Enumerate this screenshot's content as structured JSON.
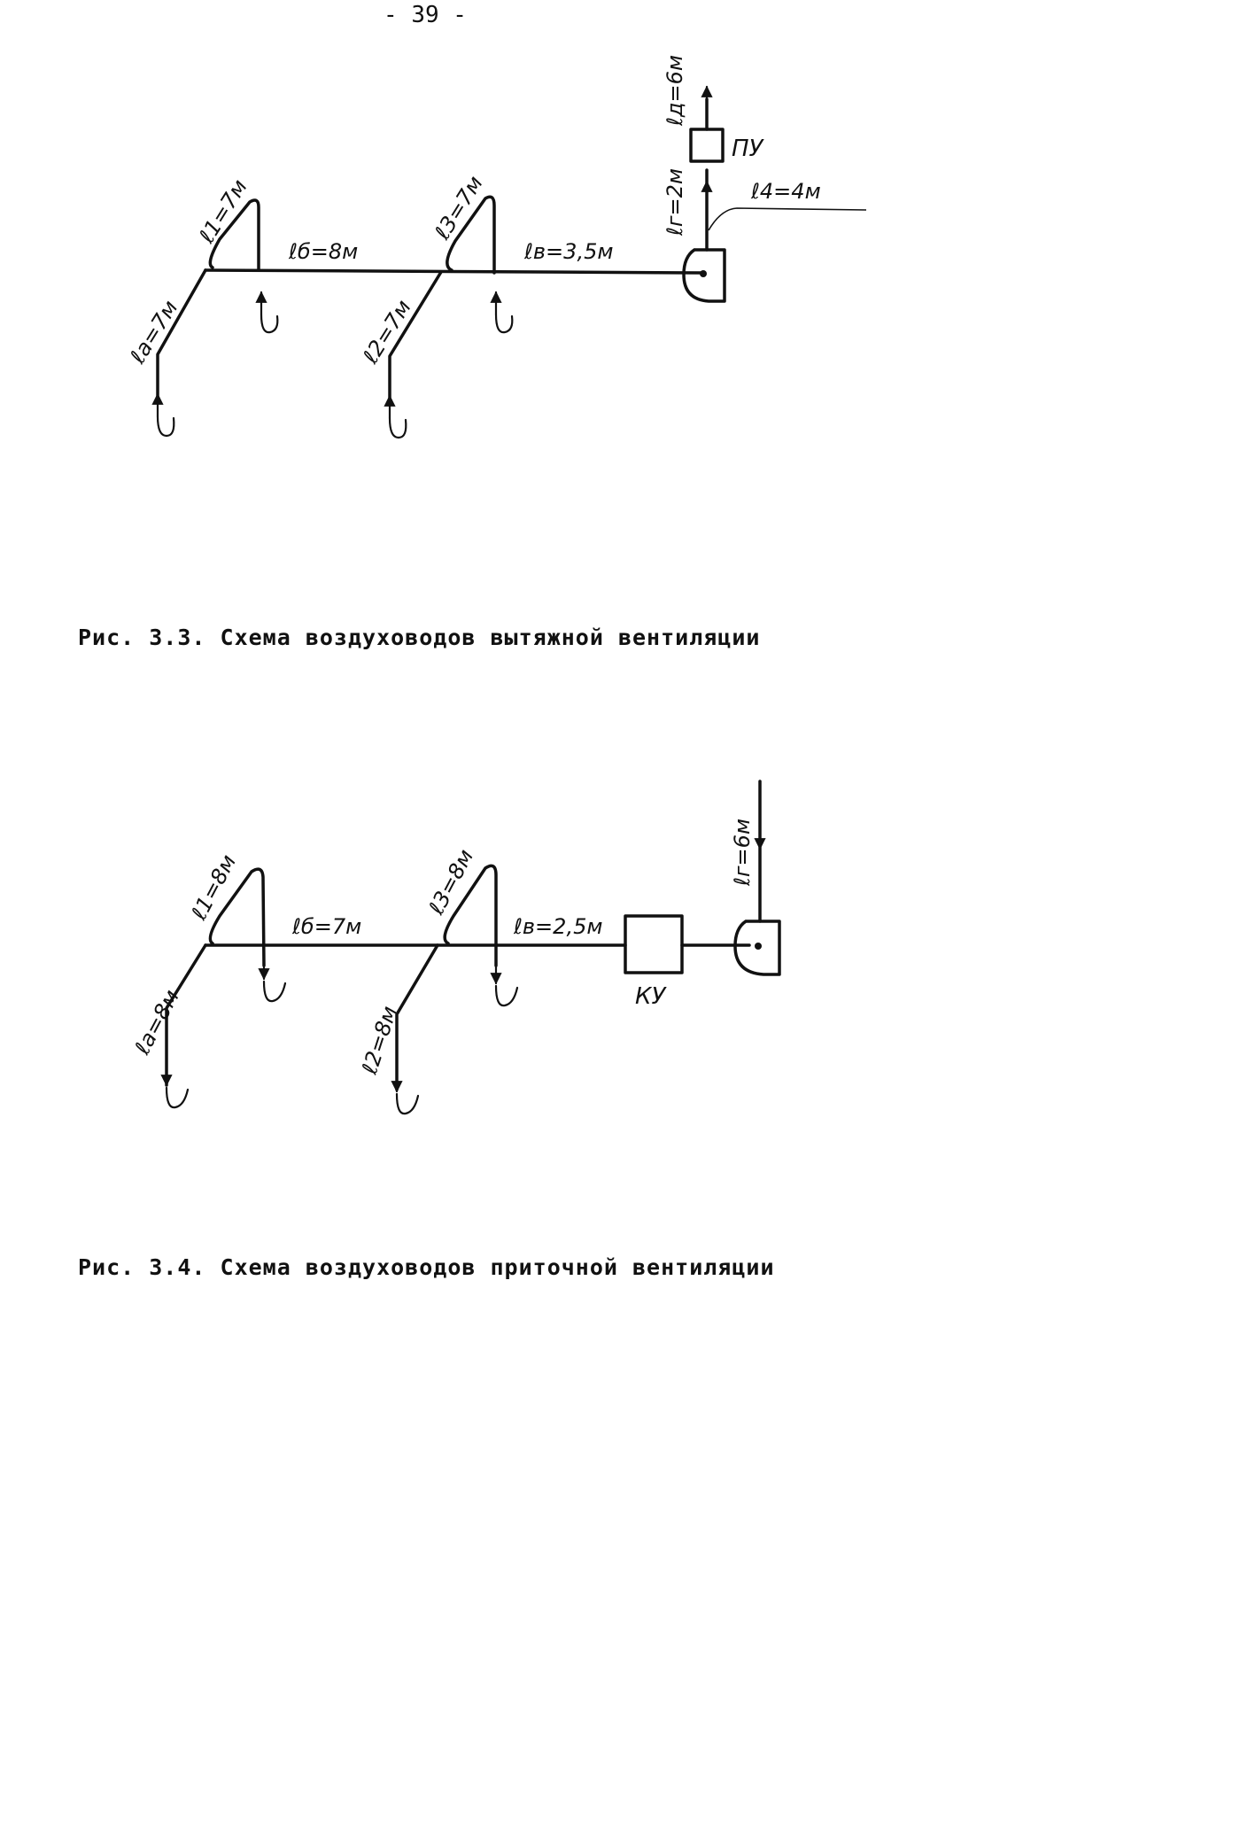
{
  "page": {
    "number": "- 39 -"
  },
  "figure_3_3": {
    "caption": "Рис. 3.3. Схема воздуховодов вытяжной вентиляции",
    "segments": {
      "la": "ℓа=7м",
      "l1": "ℓ1=7м",
      "lb": "ℓб=8м",
      "l2": "ℓ2=7м",
      "l3": "ℓ3=7м",
      "lv": "ℓв=3,5м",
      "lg": "ℓг=2м",
      "ld": "ℓд=6м",
      "l4": "ℓ4=4м"
    },
    "unit_label": "ПУ"
  },
  "figure_3_4": {
    "caption": "Рис. 3.4. Схема воздуховодов приточной вентиляции",
    "segments": {
      "la": "ℓа=8м",
      "l1": "ℓ1=8м",
      "lb": "ℓб=7м",
      "l2": "ℓ2=8м",
      "l3": "ℓ3=8м",
      "lv": "ℓв=2,5м",
      "lg": "ℓг=6м"
    },
    "unit_label": "КУ"
  }
}
